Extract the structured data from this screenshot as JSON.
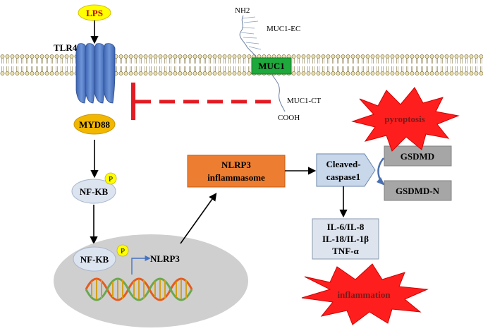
{
  "labels": {
    "lps": "LPS",
    "tlr4": "TLR4",
    "myd88": "MYD88",
    "nh2": "NH2",
    "muc1_ec": "MUC1-EC",
    "muc1": "MUC1",
    "muc1_ct": "MUC1-CT",
    "cooh": "COOH",
    "pyroptosis": "pyroptosis",
    "p": "P",
    "nfkb": "NF-KB",
    "nlrp3_inflammasome_line1": "NLRP3",
    "nlrp3_inflammasome_line2": "inflammasome",
    "cleaved_line1": "Cleaved-",
    "cleaved_line2": "caspase1",
    "gsdmd": "GSDMD",
    "gsdmd_n": "GSDMD-N",
    "cytokine_line1": "IL-6/IL-8",
    "cytokine_line2": "IL-18/IL-1β",
    "cytokine_line3": "TNF-α",
    "nlrp3_gene": "NLRP3",
    "inflammation": "inflammation"
  },
  "colors": {
    "lps_fill": "#ffff00",
    "lps_text": "#c00000",
    "tlr4": "#4472c4",
    "myd88": "#f2b700",
    "muc1": "#1fa83c",
    "inhibition": "#e31b23",
    "star": "#ff1e1e",
    "star_text": "#7a1a1a",
    "nfkb": "#dce4f0",
    "nucleus": "#cfcfcf",
    "inflammasome": "#ed7d31",
    "caspase": "#c9d7ea",
    "gsdmd": "#a6a6a6",
    "cytokine": "#dde4ed"
  }
}
